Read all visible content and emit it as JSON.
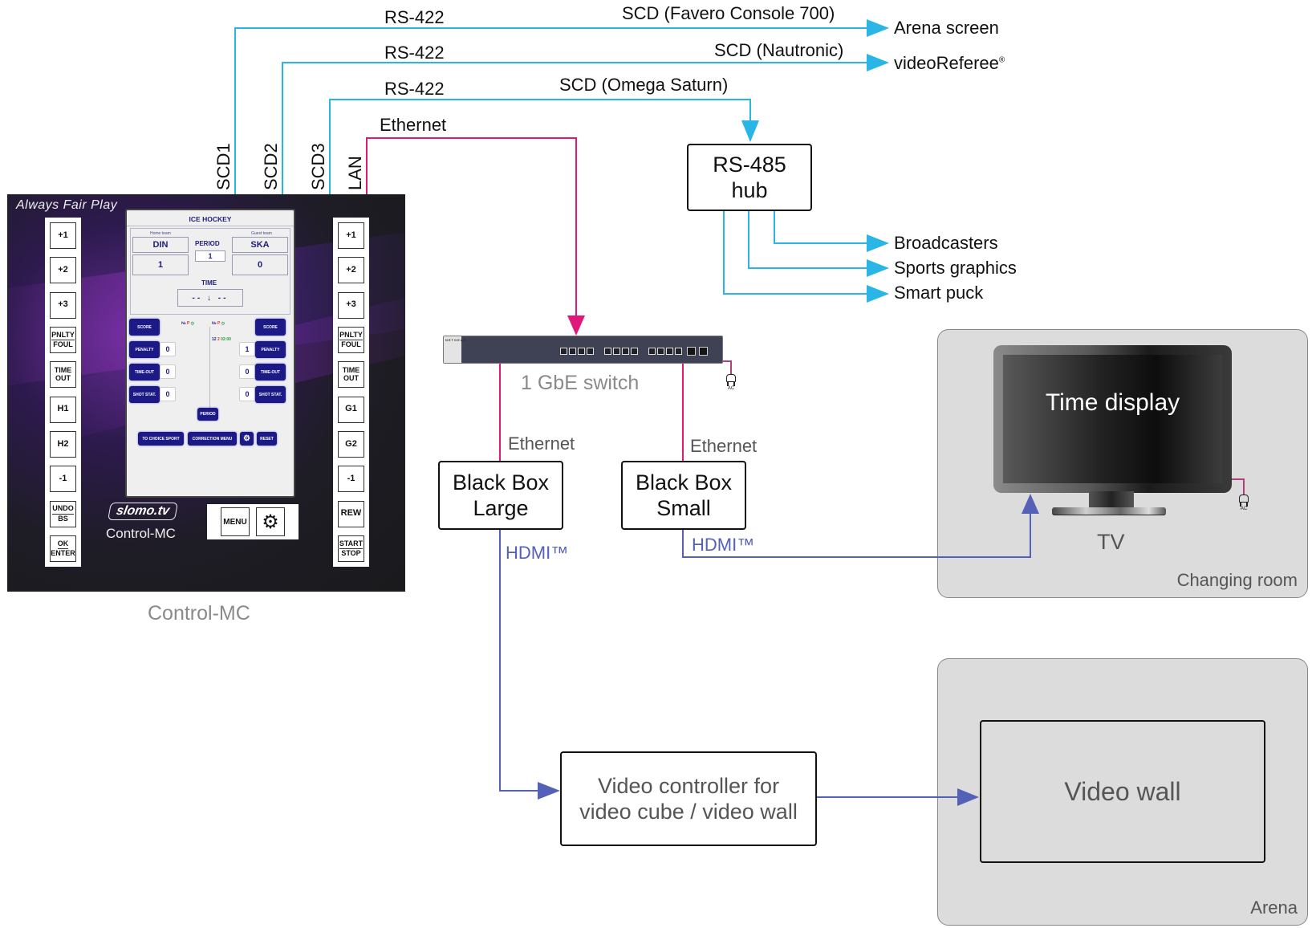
{
  "colors": {
    "serial": "#29b6e6",
    "ethernet": "#e0187a",
    "hdmi": "#5561b7",
    "room_bg": "#dcdcdc",
    "screen_button": "#1c1a86"
  },
  "links": {
    "rs422_labels": [
      "RS-422",
      "RS-422",
      "RS-422"
    ],
    "ethernet_top": "Ethernet",
    "scd_favero": "SCD (Favero Console 700)",
    "scd_nautronic": "SCD (Nautronic)",
    "scd_omega": "SCD (Omega Saturn)",
    "ethernet_large": "Ethernet",
    "ethernet_small": "Ethernet",
    "hdmi_large": "HDMI™",
    "hdmi_small": "HDMI™"
  },
  "ports": [
    "SCD1",
    "SCD2",
    "SCD3",
    "LAN"
  ],
  "destinations": {
    "arena_screen": "Arena screen",
    "videoreferee": "videoReferee",
    "videoreferee_mark": "®",
    "broadcasters": "Broadcasters",
    "sports_graphics": "Sports graphics",
    "smart_puck": "Smart puck"
  },
  "nodes": {
    "hub_line1": "RS-485",
    "hub_line2": "hub",
    "switch_label": "1 GbE switch",
    "switch_brand": "NETGEAR",
    "bb_large_line1": "Black Box",
    "bb_large_line2": "Large",
    "bb_small_line1": "Black Box",
    "bb_small_line2": "Small",
    "vc_line1": "Video controller for",
    "vc_line2": "video cube / video wall",
    "video_wall": "Video wall",
    "tv_screen": "Time display",
    "tv_label": "TV",
    "ac_label": "AC"
  },
  "rooms": {
    "changing_room": "Changing room",
    "arena": "Arena"
  },
  "device": {
    "motto": "Always Fair Play",
    "brand": "slomo.tv",
    "model": "Control-MC",
    "caption": "Control-MC",
    "left_keys": [
      {
        "label": "+1"
      },
      {
        "label": "+2"
      },
      {
        "label": "+3"
      },
      {
        "top": "PNLTY",
        "bottom": "FOUL"
      },
      {
        "top": "TIME",
        "bottom": "OUT",
        "plain": true
      },
      {
        "label": "H1"
      },
      {
        "label": "H2"
      },
      {
        "label": "-1"
      },
      {
        "top": "UNDO",
        "bottom": "BS"
      },
      {
        "top": "OK",
        "bottom": "ENTER"
      }
    ],
    "right_keys": [
      {
        "label": "+1"
      },
      {
        "label": "+2"
      },
      {
        "label": "+3"
      },
      {
        "top": "PNLTY",
        "bottom": "FOUL"
      },
      {
        "top": "TIME",
        "bottom": "OUT",
        "plain": true
      },
      {
        "label": "G1"
      },
      {
        "label": "G2"
      },
      {
        "label": "-1"
      },
      {
        "label": "REW"
      },
      {
        "top": "START",
        "bottom": "STOP"
      }
    ],
    "menu_key": "MENU",
    "screen": {
      "title": "ICE HOCKEY",
      "home_caption": "Home team",
      "guest_caption": "Guest team",
      "home_team": "DIN",
      "guest_team": "SKA",
      "home_score": "1",
      "guest_score": "0",
      "period_label": "PERIOD",
      "period_value": "1",
      "time_label": "TIME",
      "time_value": "-- ↓ --",
      "col_no": "№",
      "col_p": "P",
      "penalty_row": {
        "no": "12",
        "p": "2",
        "time": "02:00"
      },
      "score_btn": "SCORE",
      "penalty_btn": "PENALTY",
      "timeout_btn": "TIME-OUT",
      "shotstat_btn": "SHOT STAT.",
      "home_penalty": "0",
      "home_timeout": "0",
      "home_shotstat": "0",
      "guest_penalty": "1",
      "guest_timeout": "0",
      "guest_shotstat": "0",
      "period_btn": "PERIOD",
      "choice_sport_btn": "TO CHOICE SPORT",
      "correction_btn": "CORRECTION MENU",
      "reset_btn": "RESET"
    }
  }
}
